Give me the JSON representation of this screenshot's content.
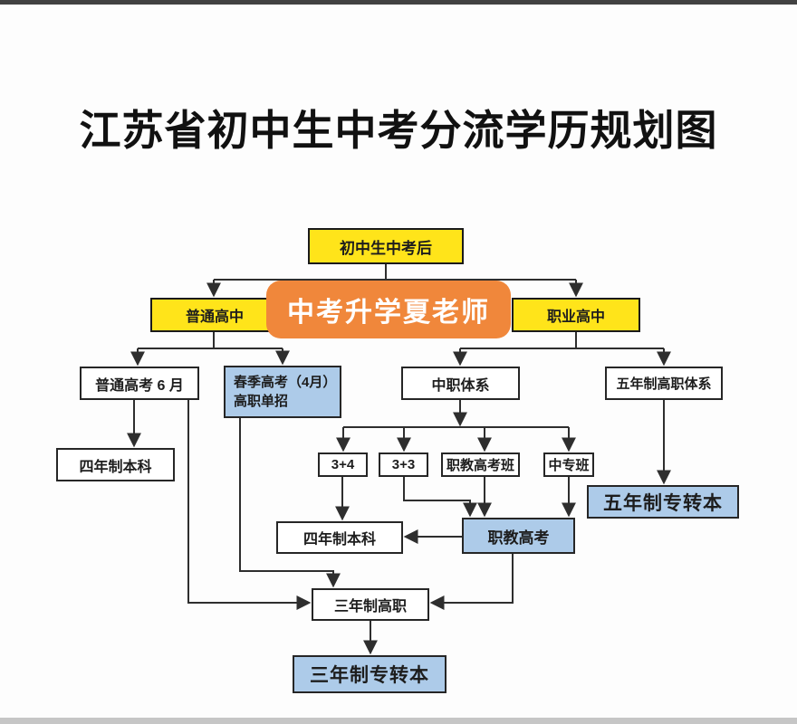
{
  "page": {
    "title": "江苏省初中生中考分流学历规划图"
  },
  "watermark": {
    "label": "中考升学夏老师"
  },
  "nodes": {
    "after_exam": {
      "label": "初中生中考后"
    },
    "regular_hs": {
      "label": "普通高中"
    },
    "vocational_hs": {
      "label": "职业高中"
    },
    "june_gaokao": {
      "label": "普通高考 6 月"
    },
    "spring_gaokao": {
      "lines": [
        "春季高考（4月）",
        "高职单招"
      ]
    },
    "secondary_voc": {
      "label": "中职体系"
    },
    "five_yr_system": {
      "label": "五年制高职体系"
    },
    "four_yr_left": {
      "label": "四年制本科"
    },
    "three_plus_four": {
      "label": "3+4"
    },
    "three_plus_three": {
      "label": "3+3"
    },
    "voc_gaokao_class": {
      "label": "职教高考班"
    },
    "zhongzhuan_class": {
      "label": "中专班"
    },
    "five_yr_upgrade": {
      "label": "五年制专转本"
    },
    "four_yr_mid": {
      "label": "四年制本科"
    },
    "voc_gaokao": {
      "label": "职教高考"
    },
    "three_yr_college": {
      "label": "三年制高职"
    },
    "three_yr_upgrade": {
      "label": "三年制专转本"
    }
  },
  "edges": [
    {
      "from": "初中生中考后",
      "to": "普通高中"
    },
    {
      "from": "初中生中考后",
      "to": "职业高中"
    },
    {
      "from": "普通高中",
      "to": "普通高考 6 月"
    },
    {
      "from": "普通高中",
      "to": "春季高考（4月）高职单招"
    },
    {
      "from": "职业高中",
      "to": "中职体系"
    },
    {
      "from": "职业高中",
      "to": "五年制高职体系"
    },
    {
      "from": "普通高考 6 月",
      "to": "四年制本科（左）"
    },
    {
      "from": "普通高考 6 月",
      "to": "三年制高职"
    },
    {
      "from": "春季高考（4月）高职单招",
      "to": "三年制高职"
    },
    {
      "from": "中职体系",
      "to": "3+4"
    },
    {
      "from": "中职体系",
      "to": "3+3"
    },
    {
      "from": "中职体系",
      "to": "职教高考班"
    },
    {
      "from": "中职体系",
      "to": "中专班"
    },
    {
      "from": "3+4",
      "to": "四年制本科（中）"
    },
    {
      "from": "3+3",
      "to": "职教高考"
    },
    {
      "from": "职教高考班",
      "to": "职教高考"
    },
    {
      "from": "中专班",
      "to": "职教高考"
    },
    {
      "from": "五年制高职体系",
      "to": "五年制专转本"
    },
    {
      "from": "职教高考",
      "to": "四年制本科（中）"
    },
    {
      "from": "职教高考",
      "to": "三年制高职"
    },
    {
      "from": "三年制高职",
      "to": "三年制专转本"
    }
  ],
  "colors": {
    "yellow_box": "#ffe41a",
    "orange_badge": "#f0873b",
    "blue_box": "#adcbe9",
    "box_border": "#262626",
    "line": "#2e2e2e",
    "text": "#1d1d1d",
    "background": "#fdfdfd"
  }
}
